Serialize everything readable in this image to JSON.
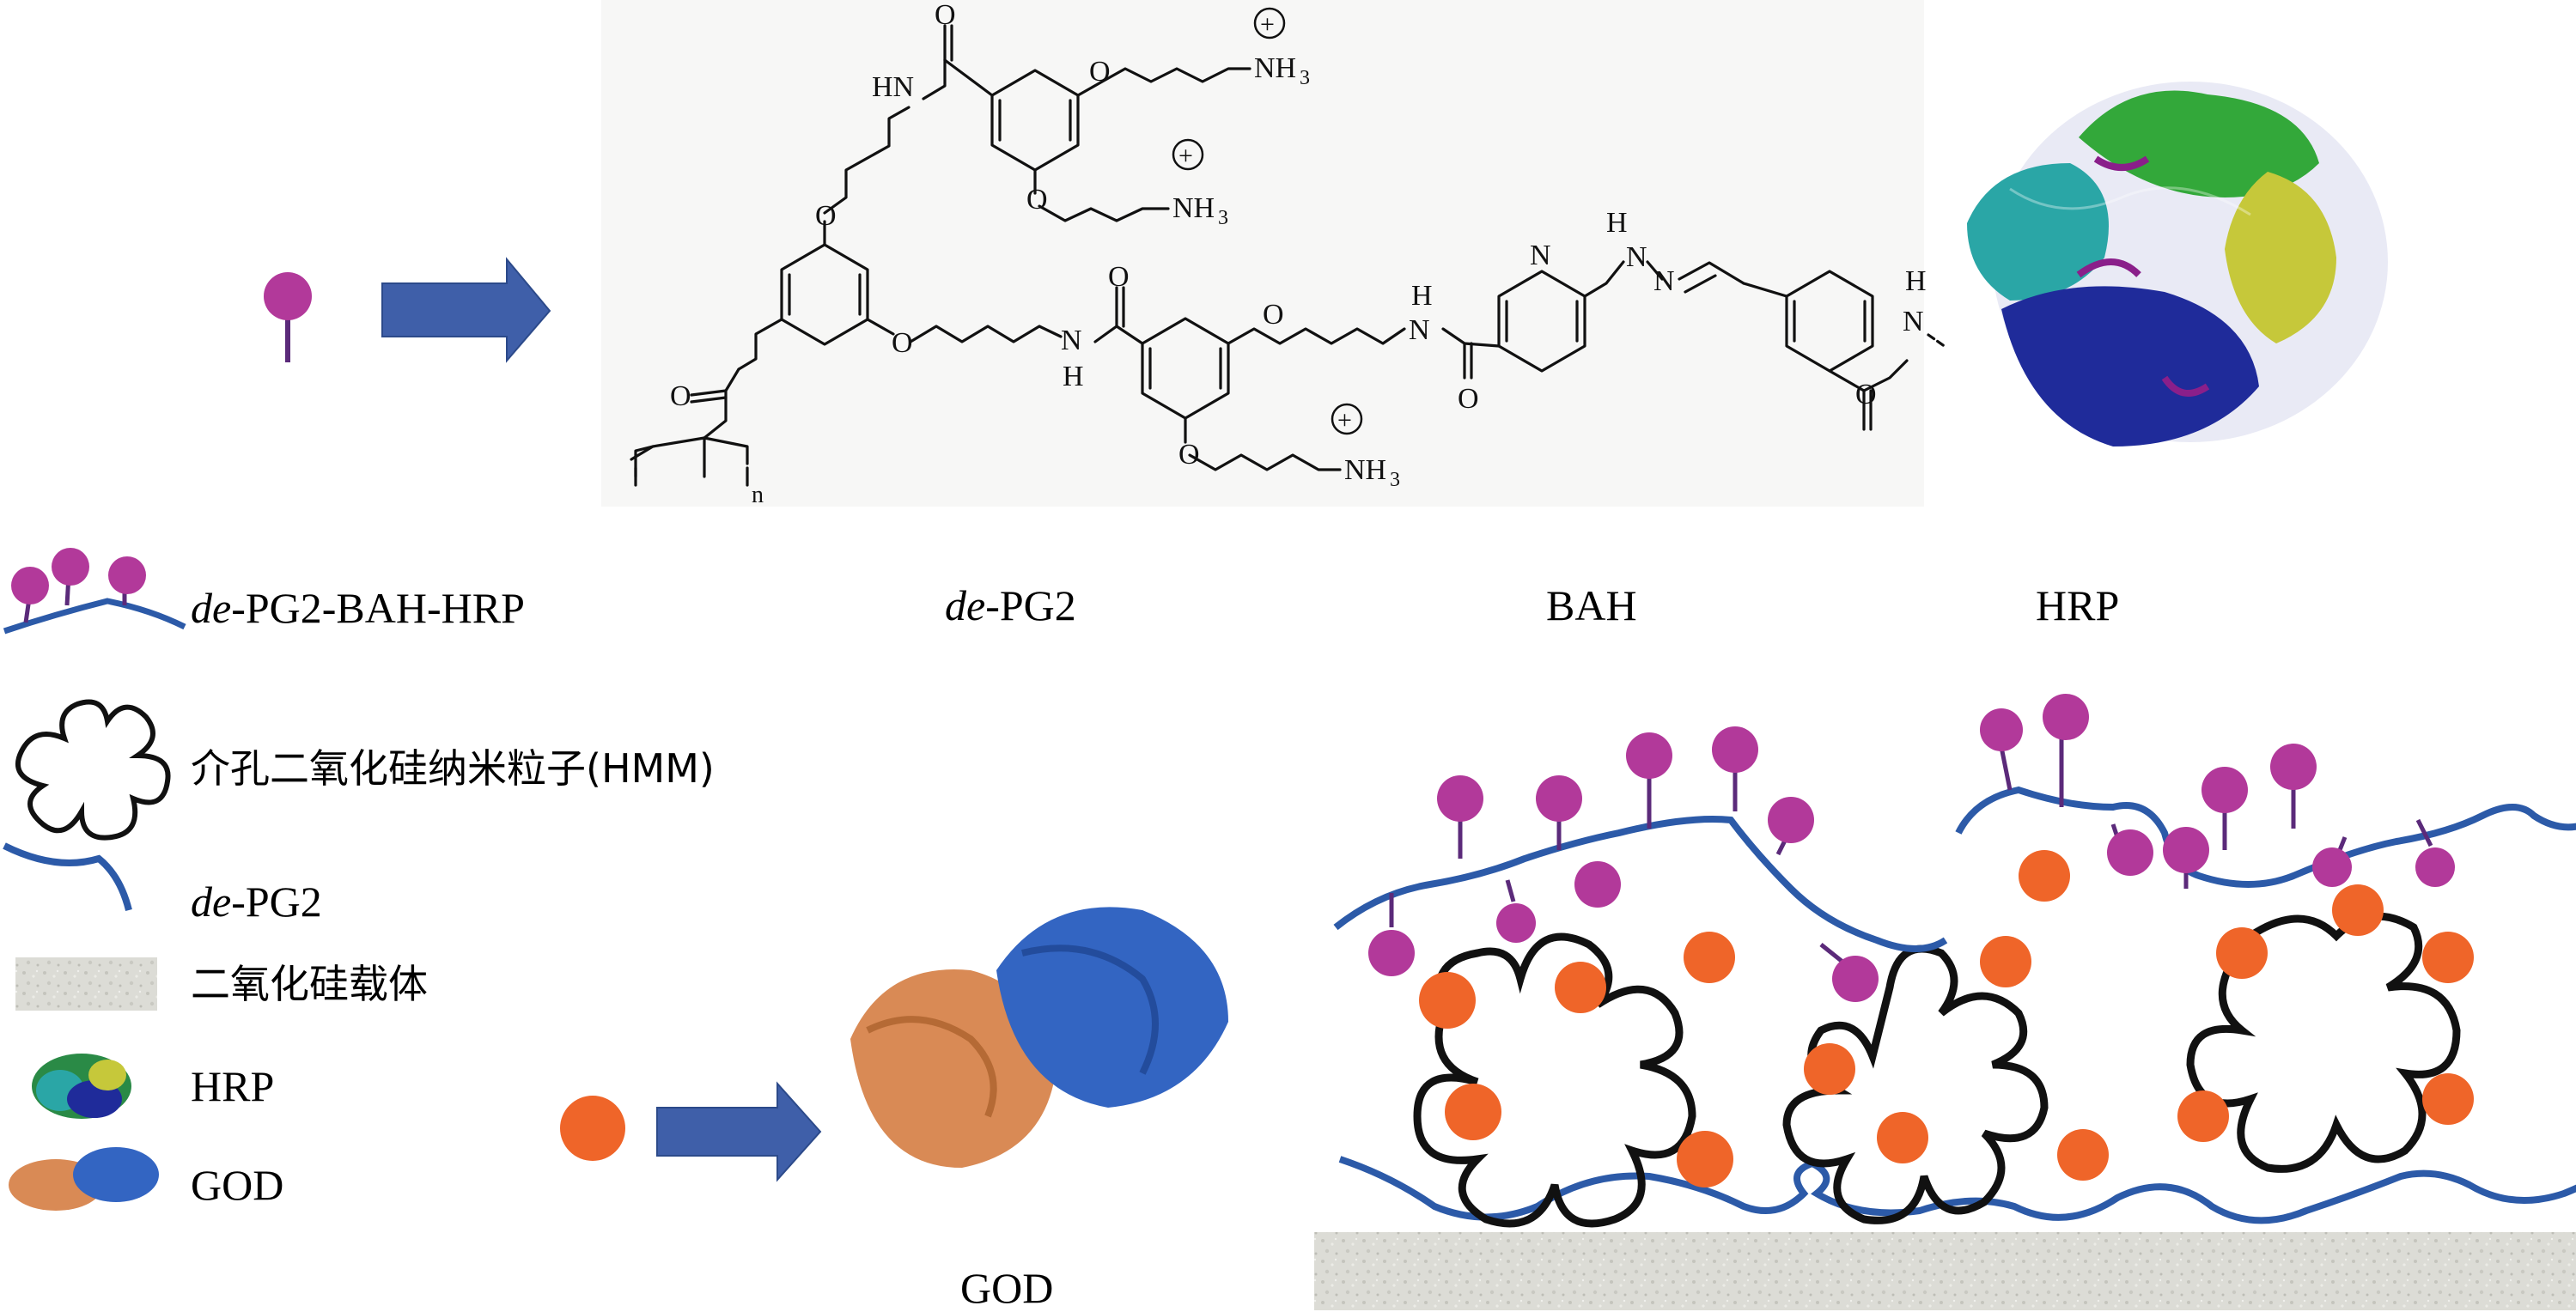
{
  "colors": {
    "hrp_ball": "#b2399a",
    "god_ball": "#ef6529",
    "polymer": "#2c5aa8",
    "arrow": "#3f5fa9",
    "hmm": "#111111",
    "support": "#d9d9d4",
    "god_orange": "#d98a55",
    "god_blue": "#3365c2"
  },
  "labels": {
    "de_pg2": {
      "prefix": "de",
      "main": "-PG2"
    },
    "bah": "BAH",
    "hrp": "HRP",
    "god": "GOD"
  },
  "legend": {
    "conjugate": {
      "prefix": "de",
      "main": "-PG2-BAH-HRP"
    },
    "hmm": "介孔二氧化硅纳米粒子(HMM)",
    "polymer": {
      "prefix": "de",
      "main": "-PG2"
    },
    "support": "二氧化硅载体",
    "hrp": "HRP",
    "god": "GOD"
  },
  "chem_text": {
    "O": "O",
    "N": "N",
    "H": "H",
    "HN": "HN",
    "n": "n",
    "NH3": "NH",
    "three": "3",
    "plus": "+"
  }
}
